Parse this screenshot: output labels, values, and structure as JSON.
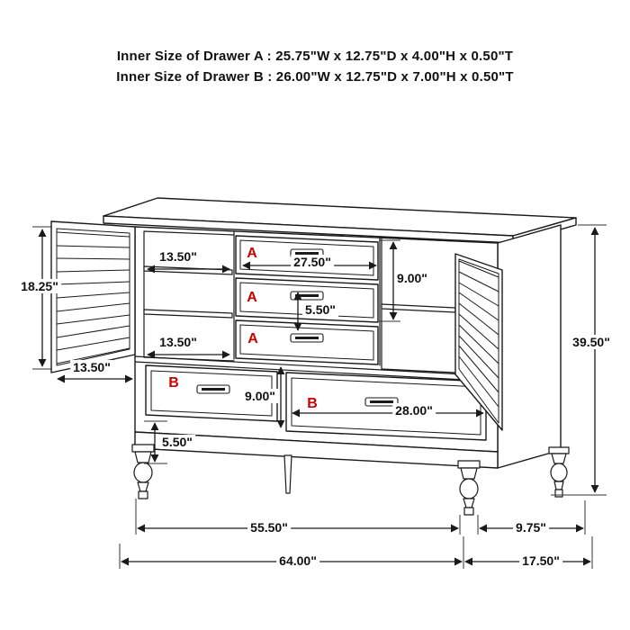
{
  "header": {
    "line1": "Inner Size of Drawer A : 25.75\"W x 12.75\"D x 4.00\"H x 0.50\"T",
    "line2": "Inner Size of Drawer B : 26.00\"W x 12.75\"D x 7.00\"H x 0.50\"T"
  },
  "diagram": {
    "type": "furniture-dimension-drawing",
    "subject": "Dresser with two open louvered doors, three center A drawers, two bottom B drawers and turned feet",
    "labels": {
      "a": "A",
      "b": "B"
    },
    "label_color": "#cc0000",
    "line_color": "#1a1a1a",
    "dimensions": {
      "door_height": "18.25\"",
      "shelf_depth_upper": "13.50\"",
      "center_drawer_width": "27.50\"",
      "right_opening_height": "9.00\"",
      "shelf_clearance": "5.50\"",
      "shelf_depth_lower": "13.50\"",
      "door_width": "13.50\"",
      "bottom_drawer_height": "9.00\"",
      "bottom_drawer_width": "28.00\"",
      "leg_height": "5.50\"",
      "overall_height": "39.50\"",
      "front_leg_span": "55.50\"",
      "side_leg_span": "9.75\"",
      "overall_width": "64.00\"",
      "overall_depth": "17.50\""
    }
  }
}
